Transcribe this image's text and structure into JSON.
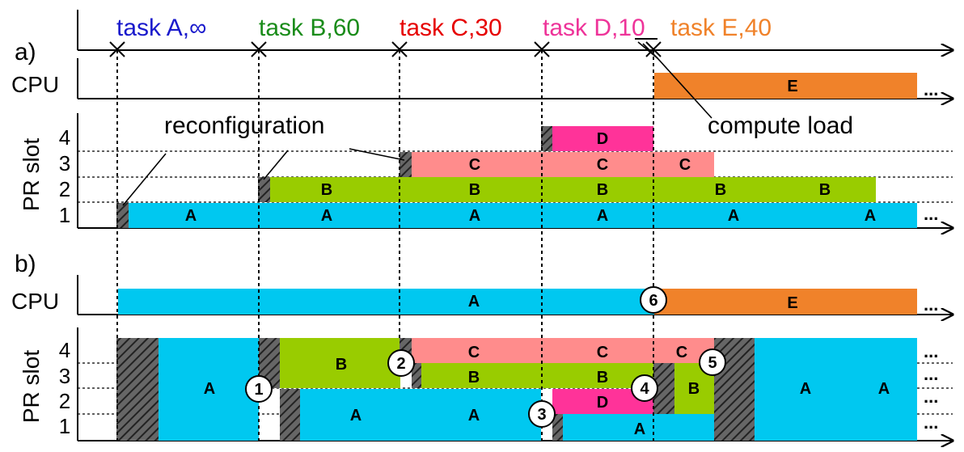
{
  "colors": {
    "task_A": "#00c8f0",
    "task_B": "#99cc00",
    "task_C": "#ff8c8c",
    "task_D": "#ff3399",
    "task_E": "#f0822a",
    "title_A": "#1a1acc",
    "title_B": "#1a8c1a",
    "title_C": "#e60000",
    "title_D": "#ee3399",
    "title_E": "#f0822a",
    "reconfig": "hatched-gray"
  },
  "timeline": {
    "task_titles": [
      "task A,∞",
      "task B,60",
      "task C,30",
      "task D,10",
      "task E,40"
    ]
  },
  "labels": {
    "panel_a": "a)",
    "panel_b": "b)",
    "cpu": "CPU",
    "pr_slot": "PR slot",
    "reconfiguration": "reconfiguration",
    "compute_load": "compute load",
    "ellipsis": "..."
  },
  "slot_ticks": [
    "1",
    "2",
    "3",
    "4"
  ],
  "panel_a": {
    "cpu_label": "E",
    "slot4_labels": [
      "D"
    ],
    "slot3_labels": [
      "C",
      "C",
      "C"
    ],
    "slot2_labels": [
      "B",
      "B",
      "B",
      "B",
      "B"
    ],
    "slot1_labels": [
      "A",
      "A",
      "A",
      "A",
      "A",
      "A"
    ]
  },
  "panel_b": {
    "cpu_labels": [
      "A",
      "E"
    ],
    "a_left": "A",
    "b_top": "B",
    "a_mid": [
      "A",
      "A"
    ],
    "c_top": [
      "C",
      "C",
      "C"
    ],
    "b_row3": [
      "B",
      "B"
    ],
    "d_label": "D",
    "a_low": "A",
    "b_small": "B",
    "a_right": [
      "A",
      "A"
    ],
    "markers": [
      "1",
      "2",
      "3",
      "4",
      "5",
      "6"
    ]
  }
}
